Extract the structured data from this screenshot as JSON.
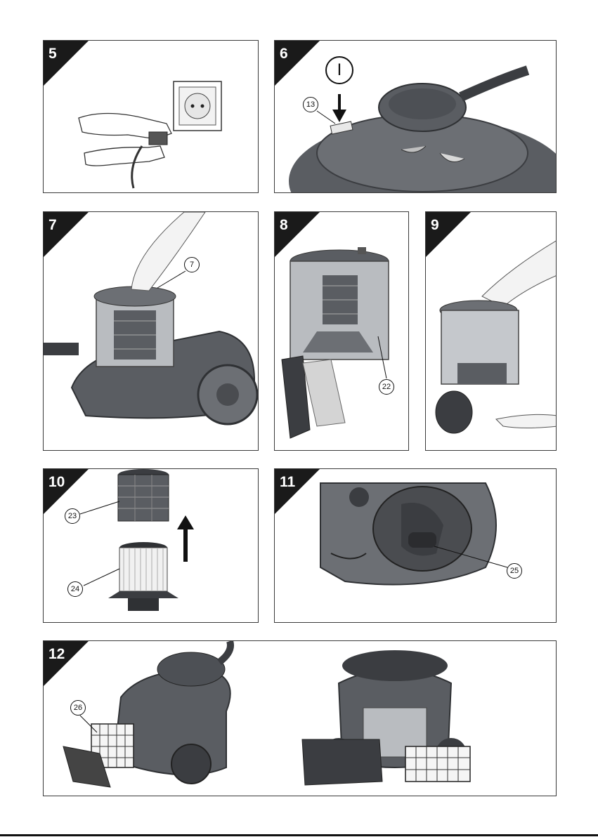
{
  "panels": [
    {
      "step": "5"
    },
    {
      "step": "6",
      "callouts": [
        "13"
      ],
      "switch_symbol": "I"
    },
    {
      "step": "7",
      "callouts": [
        "7"
      ]
    },
    {
      "step": "8",
      "callouts": [
        "22"
      ]
    },
    {
      "step": "9"
    },
    {
      "step": "10",
      "callouts": [
        "23",
        "24"
      ]
    },
    {
      "step": "11",
      "callouts": [
        "25"
      ]
    },
    {
      "step": "12",
      "callouts": [
        "26"
      ]
    }
  ],
  "icons": [
    "power-plug-icon",
    "power-switch-icon",
    "arrow-down-icon",
    "arrow-up-icon"
  ],
  "colors": {
    "tab": "#1a1a1a",
    "device": "#5a5d62",
    "device_dark": "#3b3d41",
    "border": "#3a3a3a"
  }
}
